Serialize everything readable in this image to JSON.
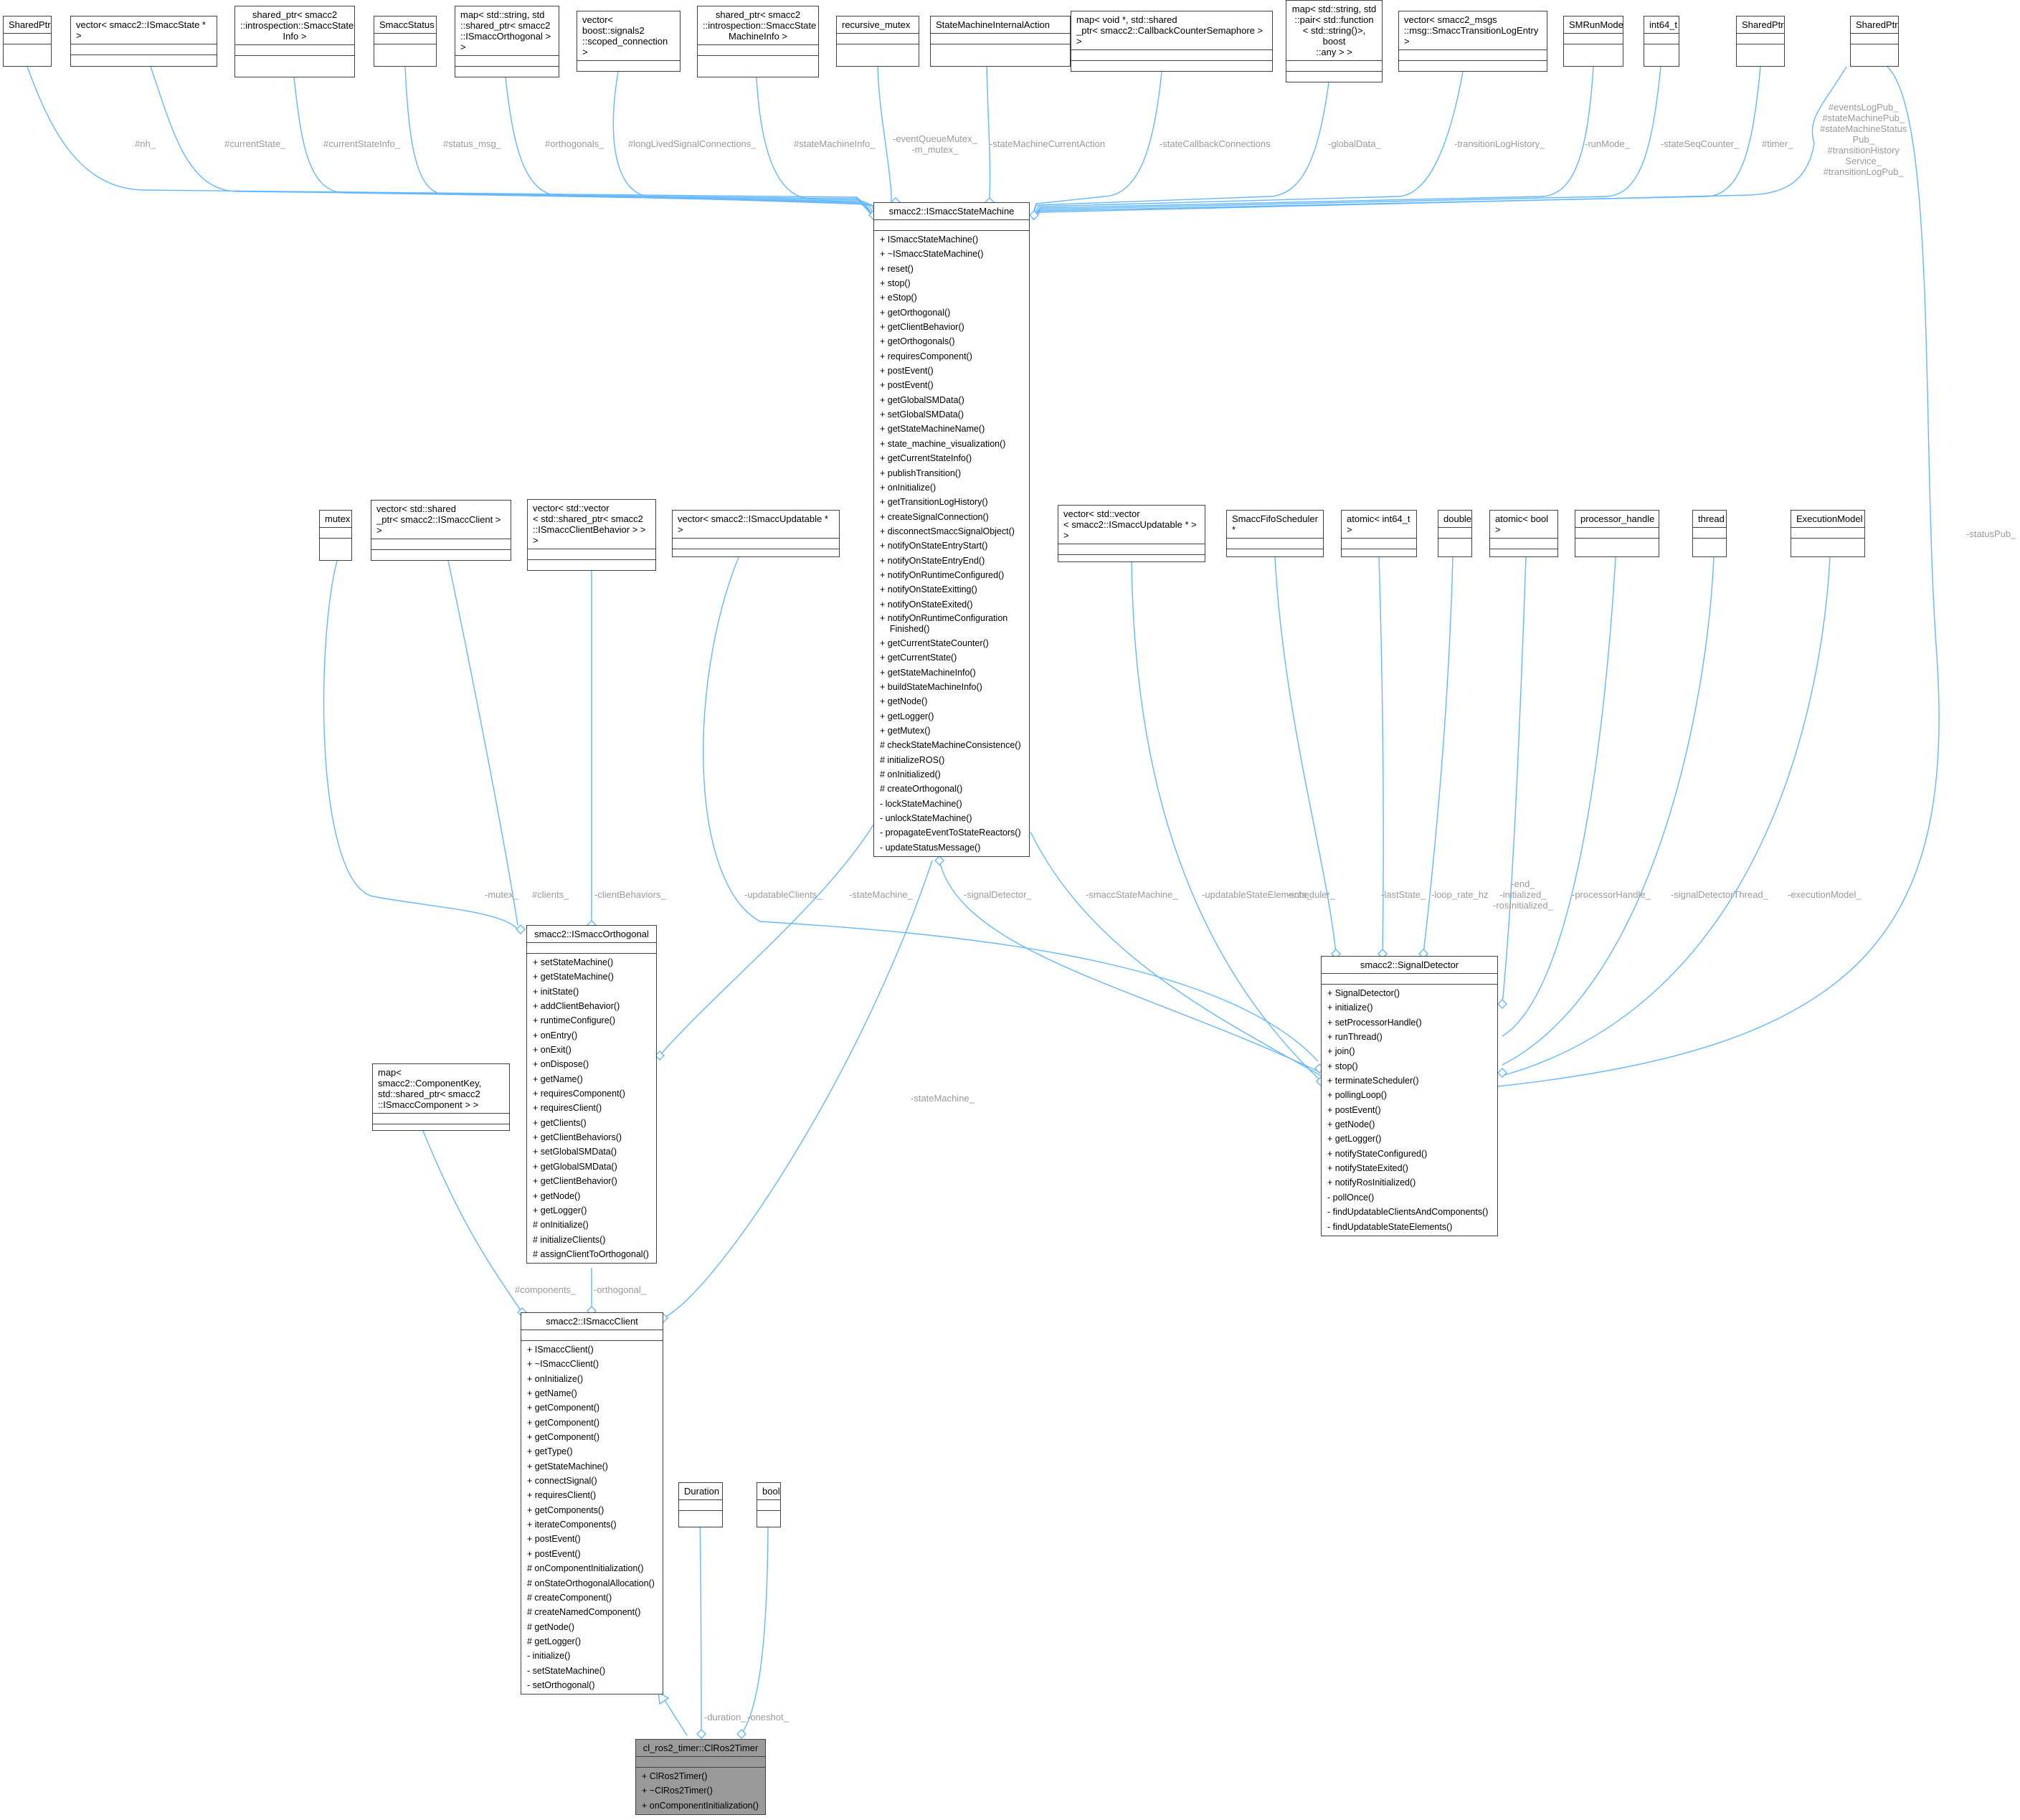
{
  "colors": {
    "edge": "#63b8ff",
    "box_border": "#404040",
    "focus_fill": "#9a9a9a",
    "edge_label": "#9a9a9a"
  },
  "boxes": {
    "b1": {
      "title": "SharedPtr"
    },
    "b2": {
      "title": "vector< smacc2::ISmaccState * >"
    },
    "b3": {
      "title": "shared_ptr< smacc2\n::introspection::SmaccState\nInfo >"
    },
    "b4": {
      "title": "SmaccStatus"
    },
    "b5": {
      "title": "map< std::string, std\n::shared_ptr< smacc2\n::ISmaccOrthogonal > >"
    },
    "b6": {
      "title": "vector< boost::signals2\n::scoped_connection >"
    },
    "b7": {
      "title": "shared_ptr< smacc2\n::introspection::SmaccState\nMachineInfo >"
    },
    "b8": {
      "title": "recursive_mutex"
    },
    "b9": {
      "title": "StateMachineInternalAction"
    },
    "b10": {
      "title": "map< void *, std::shared\n_ptr< smacc2::CallbackCounterSemaphore > >"
    },
    "b11": {
      "title": "map< std::string, std\n::pair< std::function\n< std::string()>, boost\n::any > >"
    },
    "b12": {
      "title": "vector< smacc2_msgs\n::msg::SmaccTransitionLogEntry >"
    },
    "b13": {
      "title": "SMRunMode"
    },
    "b14": {
      "title": "int64_t"
    },
    "b15": {
      "title": "SharedPtr"
    },
    "b16": {
      "title": "SharedPtr"
    },
    "c1": {
      "title": "mutex"
    },
    "c2": {
      "title": "vector< std::shared\n_ptr< smacc2::ISmaccClient > >"
    },
    "c3": {
      "title": "vector< std::vector\n< std::shared_ptr< smacc2\n::ISmaccClientBehavior > > >"
    },
    "c4": {
      "title": "vector< smacc2::ISmaccUpdatable * >"
    },
    "c5": {
      "title": "vector< std::vector\n< smacc2::ISmaccUpdatable * > >"
    },
    "c6": {
      "title": "SmaccFifoScheduler *"
    },
    "c7": {
      "title": "atomic< int64_t >"
    },
    "c8": {
      "title": "double"
    },
    "c9": {
      "title": "atomic< bool >"
    },
    "c10": {
      "title": "processor_handle"
    },
    "c11": {
      "title": "thread"
    },
    "c12": {
      "title": "ExecutionModel"
    },
    "d1": {
      "title": "map< smacc2::ComponentKey,\n std::shared_ptr< smacc2\n::ISmaccComponent > >"
    },
    "e1": {
      "title": "Duration"
    },
    "e2": {
      "title": "bool"
    },
    "sm": {
      "title": "smacc2::ISmaccStateMachine",
      "members": [
        "+ ISmaccStateMachine()",
        "+ ~ISmaccStateMachine()",
        "+ reset()",
        "+ stop()",
        "+ eStop()",
        "+ getOrthogonal()",
        "+ getClientBehavior()",
        "+ getOrthogonals()",
        "+ requiresComponent()",
        "+ postEvent()",
        "+ postEvent()",
        "+ getGlobalSMData()",
        "+ setGlobalSMData()",
        "+ getStateMachineName()",
        "+ state_machine_visualization()",
        "+ getCurrentStateInfo()",
        "+ publishTransition()",
        "+ onInitialize()",
        "+ getTransitionLogHistory()",
        "+ createSignalConnection()",
        "+ disconnectSmaccSignalObject()",
        "+ notifyOnStateEntryStart()",
        "+ notifyOnStateEntryEnd()",
        "+ notifyOnRuntimeConfigured()",
        "+ notifyOnStateExitting()",
        "+ notifyOnStateExited()",
        "+ notifyOnRuntimeConfiguration\n    Finished()",
        "+ getCurrentStateCounter()",
        "+ getCurrentState()",
        "+ getStateMachineInfo()",
        "+ buildStateMachineInfo()",
        "+ getNode()",
        "+ getLogger()",
        "+ getMutex()",
        "# checkStateMachineConsistence()",
        "# initializeROS()",
        "# onInitialized()",
        "# createOrthogonal()",
        "-  lockStateMachine()",
        "-  unlockStateMachine()",
        "-  propagateEventToStateReactors()",
        "-  updateStatusMessage()"
      ]
    },
    "orth": {
      "title": "smacc2::ISmaccOrthogonal",
      "members": [
        "+ setStateMachine()",
        "+ getStateMachine()",
        "+ initState()",
        "+ addClientBehavior()",
        "+ runtimeConfigure()",
        "+ onEntry()",
        "+ onExit()",
        "+ onDispose()",
        "+ getName()",
        "+ requiresComponent()",
        "+ requiresClient()",
        "+ getClients()",
        "+ getClientBehaviors()",
        "+ setGlobalSMData()",
        "+ getGlobalSMData()",
        "+ getClientBehavior()",
        "+ getNode()",
        "+ getLogger()",
        "# onInitialize()",
        "# initializeClients()",
        "# assignClientToOrthogonal()"
      ]
    },
    "sig": {
      "title": "smacc2::SignalDetector",
      "members": [
        "+ SignalDetector()",
        "+ initialize()",
        "+ setProcessorHandle()",
        "+ runThread()",
        "+ join()",
        "+ stop()",
        "+ terminateScheduler()",
        "+ pollingLoop()",
        "+ postEvent()",
        "+ getNode()",
        "+ getLogger()",
        "+ notifyStateConfigured()",
        "+ notifyStateExited()",
        "+ notifyRosInitialized()",
        "-  pollOnce()",
        "-  findUpdatableClientsAndComponents()",
        "-  findUpdatableStateElements()"
      ]
    },
    "client": {
      "title": "smacc2::ISmaccClient",
      "members": [
        "+ ISmaccClient()",
        "+ ~ISmaccClient()",
        "+ onInitialize()",
        "+ getName()",
        "+ getComponent()",
        "+ getComponent()",
        "+ getComponent()",
        "+ getType()",
        "+ getStateMachine()",
        "+ connectSignal()",
        "+ requiresClient()",
        "+ getComponents()",
        "+ iterateComponents()",
        "+ postEvent()",
        "+ postEvent()",
        "# onComponentInitialization()",
        "# onStateOrthogonalAllocation()",
        "# createComponent()",
        "# createNamedComponent()",
        "# getNode()",
        "# getLogger()",
        "-  initialize()",
        "-  setStateMachine()",
        "-  setOrthogonal()"
      ]
    },
    "timer": {
      "title": "cl_ros2_timer::ClRos2Timer",
      "members": [
        "+ ClRos2Timer()",
        "+ ~ClRos2Timer()",
        "+ onComponentInitialization()"
      ]
    }
  },
  "labels": {
    "nh": "#nh_",
    "currentState": "#currentState_",
    "currentStateInfo": "#currentStateInfo_",
    "status_msg": "#status_msg_",
    "orthogonals": "#orthogonals_",
    "longLived": "#longLivedSignalConnections_",
    "smInfo": "#stateMachineInfo_",
    "eventQueue": "-eventQueueMutex_\n-m_mutex_",
    "smAction": "-stateMachineCurrentAction",
    "stateCallback": "-stateCallbackConnections",
    "globalData": "-globalData_",
    "transitionLog": "-transitionLogHistory_",
    "runMode": "-runMode_",
    "stateSeq": "-stateSeqCounter_",
    "timer": "#timer_",
    "pubs": "#eventsLogPub_\n#stateMachinePub_\n#stateMachineStatus\nPub_\n#transitionHistory\nService_\n#transitionLogPub_",
    "statusPub": "-statusPub_",
    "mutex": "-mutex_",
    "clients": "#clients_",
    "clientBehaviors": "-clientBehaviors_",
    "updatableClients": "-updatableClients_",
    "stateMachineOrth": "-stateMachine_",
    "signalDetector": "-signalDetector_",
    "smaccStateMachine": "-smaccStateMachine_",
    "updatableState": "-updatableStateElements_",
    "scheduler": "-scheduler_",
    "lastState": "-lastState_",
    "loopRate": "-loop_rate_hz",
    "end": "-end_\n-initialized_\n-rosInitialized_",
    "processorHandle": "-processorHandle_",
    "signalThread": "-signalDetectorThread_",
    "executionModel": "-executionModel_",
    "stateMachineClient": "-stateMachine_",
    "components": "#components_",
    "orthogonal": "-orthogonal_",
    "duration": "-duration_",
    "oneshot": "-oneshot_"
  }
}
